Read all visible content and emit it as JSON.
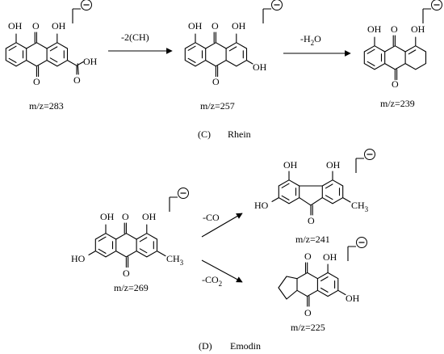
{
  "panel_c": {
    "caption_letter": "(C)",
    "caption_name": "Rhein",
    "molecules": [
      {
        "mz": "m/z=283",
        "labels": [
          "OH",
          "O",
          "OH",
          "OH",
          "O",
          "O"
        ]
      },
      {
        "mz": "m/z=257",
        "labels": [
          "OH",
          "O",
          "OH",
          "OH",
          "O"
        ]
      },
      {
        "mz": "m/z=239",
        "labels": [
          "OH",
          "O",
          "OH",
          "O"
        ]
      }
    ],
    "arrow1_label": "-2(CH)",
    "arrow2_label_main": "-H",
    "arrow2_label_sub": "2",
    "arrow2_label_tail": "O"
  },
  "panel_d": {
    "caption_letter": "(D)",
    "caption_name": "Emodin",
    "molecules": [
      {
        "mz": "m/z=269",
        "labels": [
          "OH",
          "O",
          "OH",
          "HO",
          "O",
          "CH",
          "3"
        ]
      },
      {
        "mz": "m/z=241",
        "labels": [
          "OH",
          "OH",
          "HO",
          "O",
          "CH",
          "3"
        ]
      },
      {
        "mz": "m/z=225",
        "labels": [
          "O",
          "OH",
          "OH",
          "O"
        ]
      }
    ],
    "arrow_up_label": "-CO",
    "arrow_down_label_main": "-CO",
    "arrow_down_label_sub": "2"
  }
}
